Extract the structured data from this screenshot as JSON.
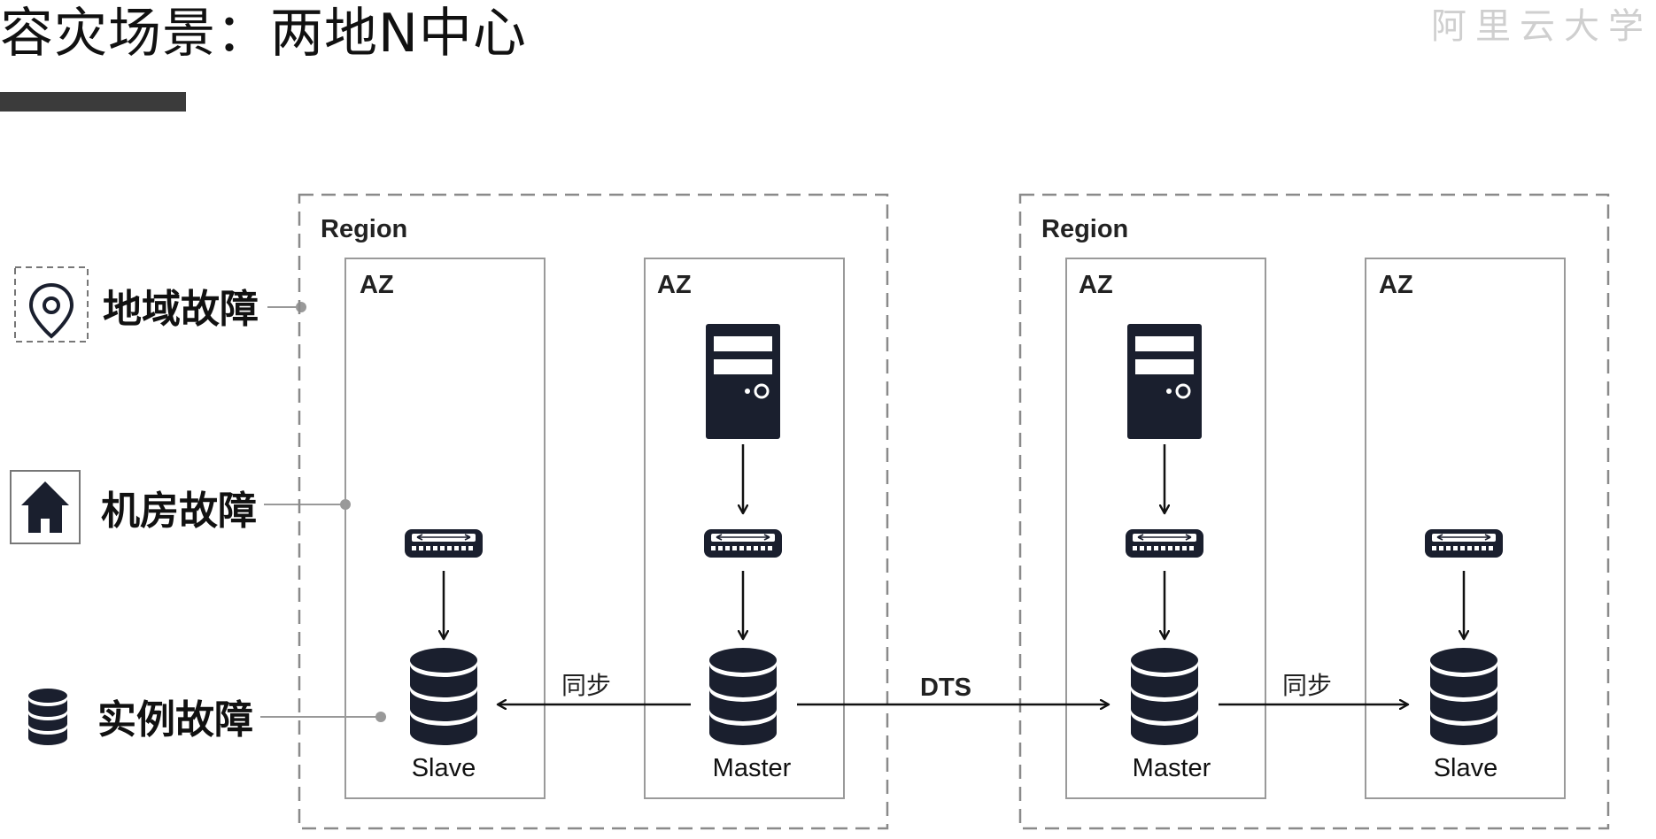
{
  "title": "容灾场景：两地N中心",
  "watermark": "阿里云大学",
  "faults": {
    "region": "地域故障",
    "datacenter": "机房故障",
    "instance": "实例故障"
  },
  "regions": [
    {
      "label": "Region",
      "azs": [
        {
          "label": "AZ",
          "node": "Slave",
          "has_server": false
        },
        {
          "label": "AZ",
          "node": "Master",
          "has_server": true
        }
      ]
    },
    {
      "label": "Region",
      "azs": [
        {
          "label": "AZ",
          "node": "Master",
          "has_server": true
        },
        {
          "label": "AZ",
          "node": "Slave",
          "has_server": false
        }
      ]
    }
  ],
  "edges": {
    "sync_left": "同步",
    "dts": "DTS",
    "sync_right": "同步"
  },
  "icons": {
    "region_fault": "location-pin-icon",
    "datacenter_fault": "house-icon",
    "instance_fault": "database-icon",
    "server": "server-tower-icon",
    "switch": "network-switch-icon",
    "database": "database-icon"
  },
  "colors": {
    "text": "#111111",
    "dashed_border": "#8a8a8a",
    "box_border": "#9a9a9a",
    "icon": "#1a1f2e",
    "watermark": "#cfcfcf",
    "title_bar": "#3b3b3b"
  }
}
